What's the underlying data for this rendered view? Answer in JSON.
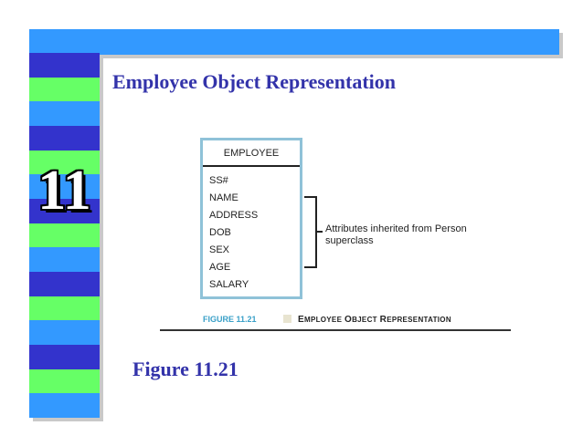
{
  "slide": {
    "chapter_number": "11",
    "title": "Employee Object Representation",
    "caption": "Figure 11.21"
  },
  "colors": {
    "top_bar": "#3399ff",
    "stripe_navy": "#3333cc",
    "stripe_green": "#66ff66",
    "stripe_blue": "#3399ff",
    "title_text": "#3333aa"
  },
  "stripe_pattern": [
    "navy",
    "green",
    "blue",
    "navy",
    "green",
    "blue",
    "navy",
    "green",
    "blue",
    "navy",
    "green",
    "blue",
    "navy",
    "green",
    "blue"
  ],
  "figure": {
    "entity_name": "EMPLOYEE",
    "attributes": [
      "SS#",
      "NAME",
      "ADDRESS",
      "DOB",
      "SEX",
      "AGE",
      "SALARY"
    ],
    "inherited_note": "Attributes inherited from Person superclass",
    "label": "FIGURE 11.21",
    "description": "Employee Object Representation"
  }
}
